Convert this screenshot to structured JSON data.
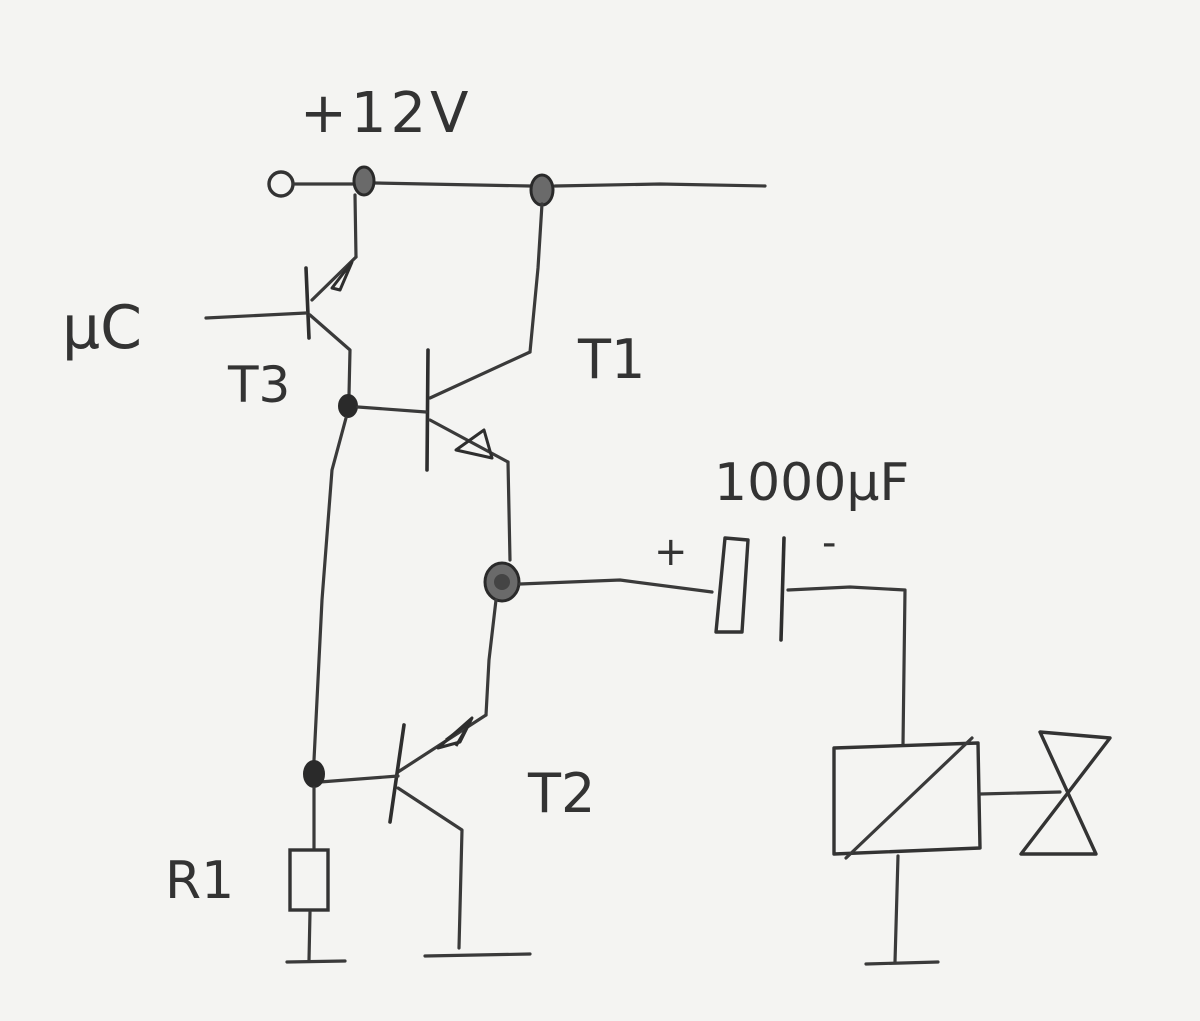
{
  "labels": {
    "supply": "+12V",
    "mc": "μC",
    "t1": "T1",
    "t2": "T2",
    "t3": "T3",
    "r1": "R1",
    "cap_value": "1000μF",
    "cap_plus": "+",
    "cap_minus": "-"
  },
  "colors": {
    "ink": "#333333",
    "paper": "#f4f4f2"
  }
}
